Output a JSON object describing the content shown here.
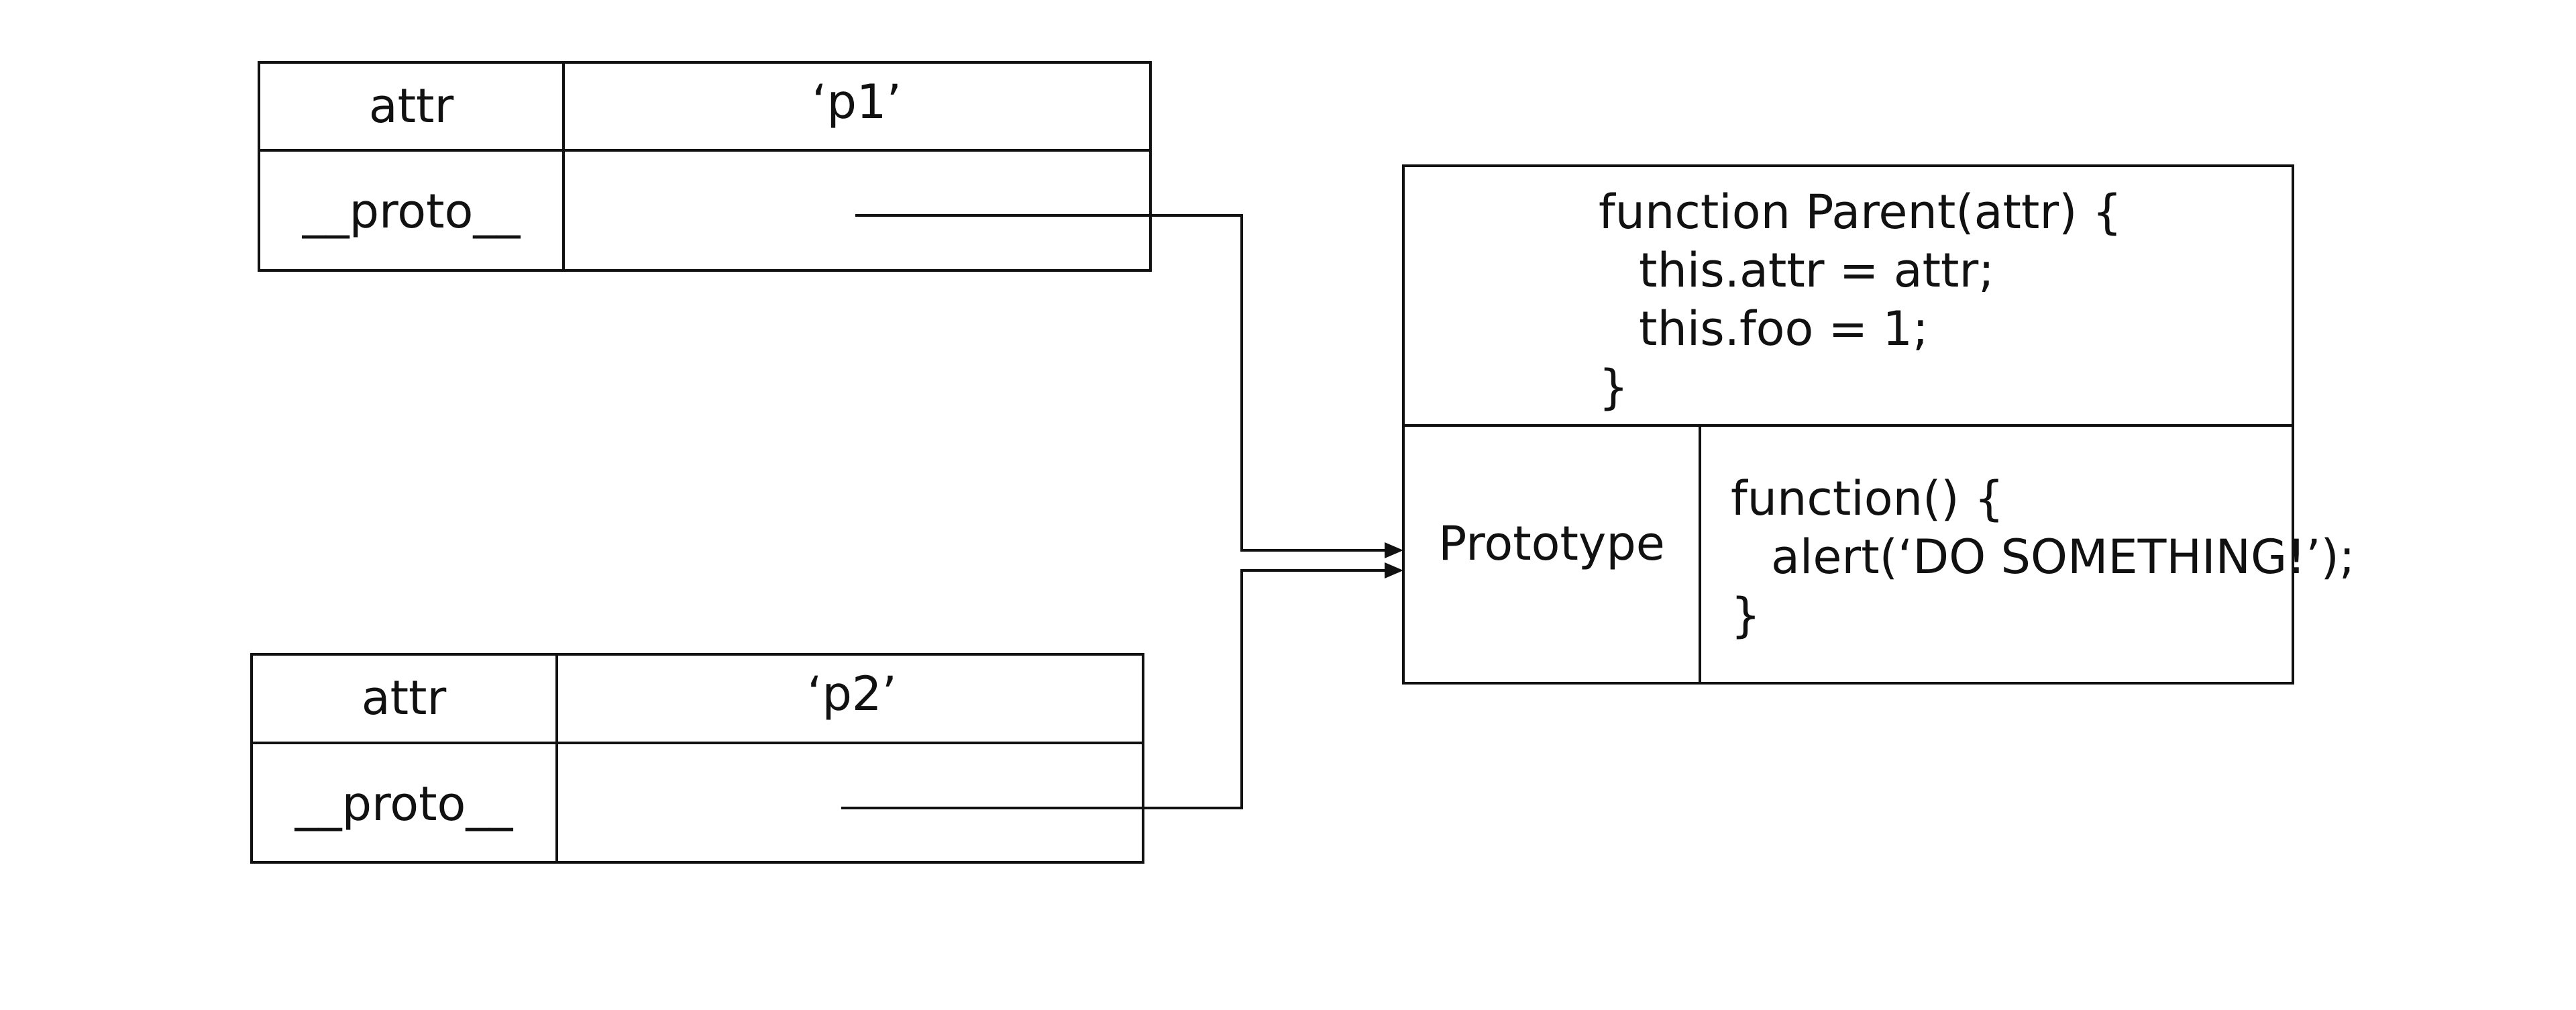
{
  "object_p1": {
    "attr_key": "attr",
    "attr_value": "‘p1’",
    "proto_key": "__proto__"
  },
  "object_p2": {
    "attr_key": "attr",
    "attr_value": "‘p2’",
    "proto_key": "__proto__"
  },
  "constructor": {
    "code_lines": [
      "function  Parent(attr) {",
      "this.attr = attr;",
      "this.foo = 1;",
      "}"
    ],
    "prototype_label": "Prototype",
    "prototype_code_lines": [
      "function() {",
      "alert(‘DO SOMETHING!’);",
      "}"
    ]
  },
  "colors": {
    "stroke": "#111111",
    "background": "#ffffff"
  }
}
